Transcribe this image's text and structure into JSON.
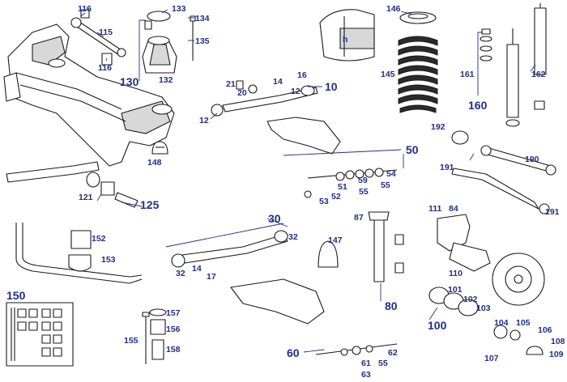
{
  "colors": {
    "label": "#1f2f8a",
    "line": "#1a1a1a",
    "background": "#ffffff",
    "shade": "#d8d8d8"
  },
  "labels": {
    "l10": "10",
    "l12a": "12",
    "l12b": "12",
    "l14a": "14",
    "l14b": "14",
    "l16": "16",
    "l17": "17",
    "l20": "20",
    "l21": "21",
    "l30": "30",
    "l32a": "32",
    "l32b": "32",
    "l50": "50",
    "l51": "51",
    "l52": "52",
    "l53": "53",
    "l54": "54",
    "l55a": "55",
    "l55b": "55",
    "l55c": "55",
    "l59": "59",
    "l60": "60",
    "l61": "61",
    "l62": "62",
    "l63": "63",
    "l80": "80",
    "l84": "84",
    "l87": "87",
    "l100": "100",
    "l101": "101",
    "l102": "102",
    "l103": "103",
    "l104": "104",
    "l105": "105",
    "l106": "106",
    "l107": "107",
    "l108": "108",
    "l109": "109",
    "l110": "110",
    "l111": "111",
    "l115": "115",
    "l116a": "116",
    "l116b": "116",
    "l121": "121",
    "l125": "125",
    "l130": "130",
    "l132": "132",
    "l133": "133",
    "l134": "134",
    "l135": "135",
    "l145": "145",
    "l146": "146",
    "l147": "147",
    "l148": "148",
    "l150": "150",
    "l152": "152",
    "l153": "153",
    "l155": "155",
    "l156": "156",
    "l157": "157",
    "l158": "158",
    "l160": "160",
    "l161": "161",
    "l162": "162",
    "l190": "190",
    "l191a": "191",
    "l191b": "191",
    "l192": "192",
    "h_marker": "h"
  }
}
